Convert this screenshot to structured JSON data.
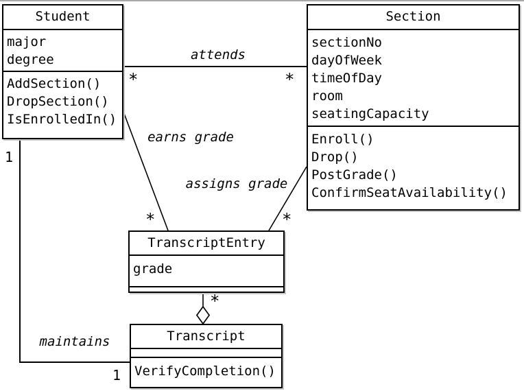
{
  "colors": {
    "line": "#000000",
    "background": "#ffffff",
    "shadow": "#c6c6c6",
    "scan_edge": "#a8a8a8"
  },
  "classes": {
    "student": {
      "name": "Student",
      "attributes": [
        "major",
        "degree"
      ],
      "methods": [
        "AddSection()",
        "DropSection()",
        "IsEnrolledIn()"
      ]
    },
    "section": {
      "name": "Section",
      "attributes": [
        "sectionNo",
        "dayOfWeek",
        "timeOfDay",
        "room",
        "seatingCapacity"
      ],
      "methods": [
        "Enroll()",
        "Drop()",
        "PostGrade()",
        "ConfirmSeatAvailability()"
      ]
    },
    "transcript_entry": {
      "name": "TranscriptEntry",
      "attributes": [
        "grade"
      ],
      "methods": []
    },
    "transcript": {
      "name": "Transcript",
      "attributes": [],
      "methods": [
        "VerifyCompletion()"
      ]
    }
  },
  "associations": {
    "attends": {
      "label": "attends",
      "student_multiplicity": "*",
      "section_multiplicity": "*"
    },
    "earns_grade": {
      "label": "earns grade",
      "transcript_entry_multiplicity": "*"
    },
    "assigns_grade": {
      "label": "assigns grade",
      "transcript_entry_multiplicity": "*"
    },
    "maintains": {
      "label": "maintains",
      "student_multiplicity": "1",
      "transcript_multiplicity": "1"
    },
    "transcript_aggregation": {
      "transcript_entry_multiplicity": "*"
    }
  }
}
